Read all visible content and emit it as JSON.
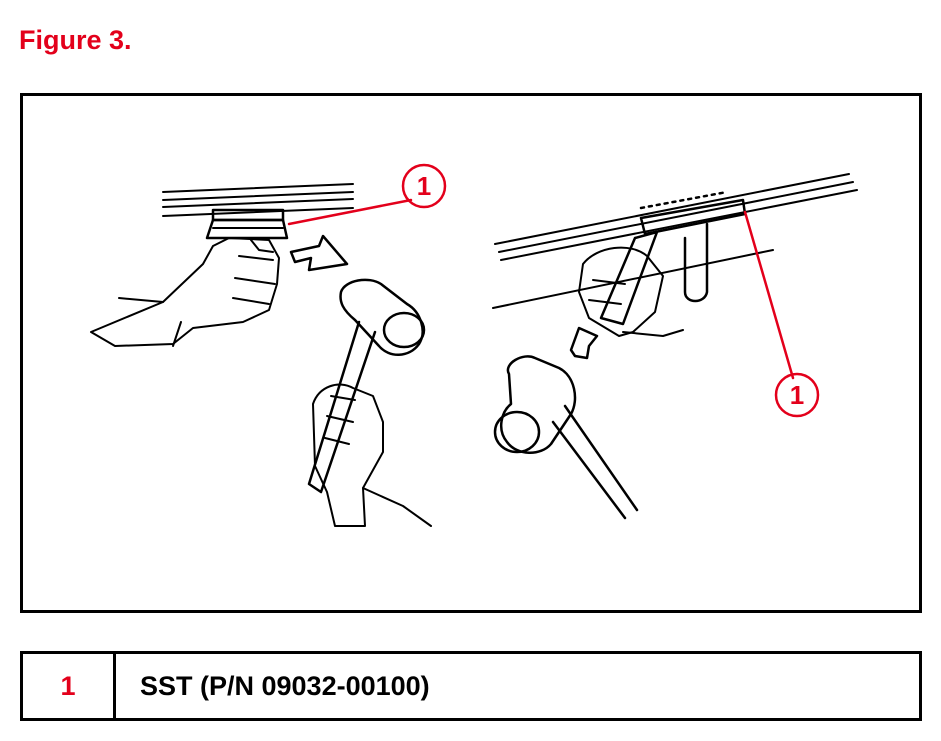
{
  "figure": {
    "title": "Figure 3."
  },
  "callouts": {
    "left": "1",
    "right": "1"
  },
  "legend": {
    "rows": [
      {
        "number": "1",
        "description": "SST (P/N 09032-00100)"
      }
    ]
  },
  "colors": {
    "accent_red": "#e3001b",
    "line_black": "#000000"
  }
}
